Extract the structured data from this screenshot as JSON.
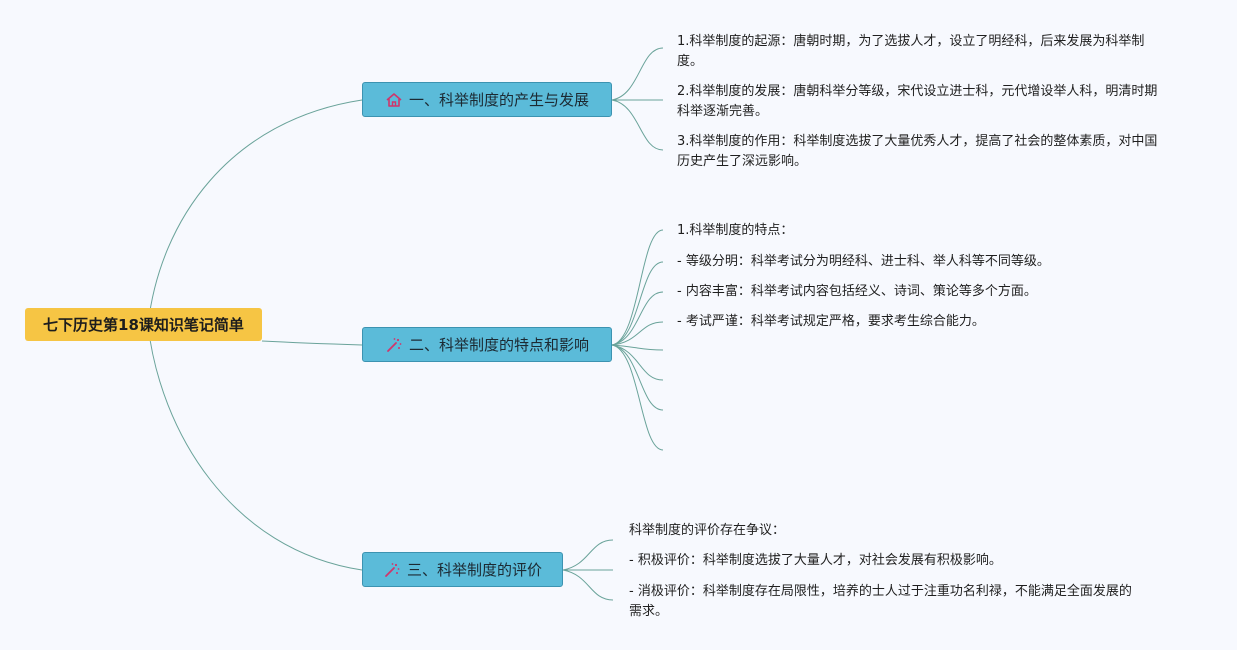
{
  "root": {
    "title": "七下历史第18课知识笔记简单"
  },
  "branches": [
    {
      "title": "一、科举制度的产生与发展",
      "icon": "house-icon",
      "leaves": [
        "1.科举制度的起源：唐朝时期，为了选拔人才，设立了明经科，后来发展为科举制度。",
        "2.科举制度的发展：唐朝科举分等级，宋代设立进士科，元代增设举人科，明清时期科举逐渐完善。",
        "3.科举制度的作用：科举制度选拔了大量优秀人才，提高了社会的整体素质，对中国历史产生了深远影响。"
      ]
    },
    {
      "title": "二、科举制度的特点和影响",
      "icon": "magic-wand-icon",
      "leaves": [
        "1.科举制度的特点：",
        "- 等级分明：科举考试分为明经科、进士科、举人科等不同等级。",
        "- 内容丰富：科举考试内容包括经义、诗词、策论等多个方面。",
        "- 考试严谨：科举考试规定严格，要求考生综合能力。",
        "",
        "",
        "",
        ""
      ]
    },
    {
      "title": "三、科举制度的评价",
      "icon": "magic-wand-icon",
      "leaves": [
        "科举制度的评价存在争议：",
        "- 积极评价：科举制度选拔了大量人才，对社会发展有积极影响。",
        "- 消极评价：科举制度存在局限性，培养的士人过于注重功名利禄，不能满足全面发展的需求。"
      ]
    }
  ],
  "colors": {
    "root_fill": "#f6c544",
    "branch_fill": "#5bbbd9",
    "branch_border": "#3c93b1",
    "connector": "#6aa39a",
    "icon_accent": "#d0356b"
  }
}
